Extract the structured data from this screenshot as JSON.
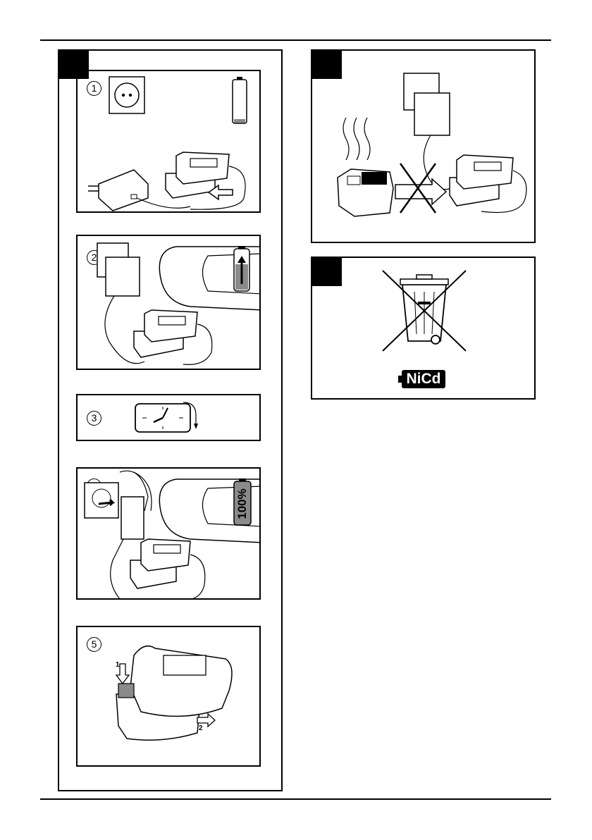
{
  "figure_a": {
    "steps": [
      {
        "number": "1"
      },
      {
        "number": "2"
      },
      {
        "number": "3"
      },
      {
        "number": "4",
        "charge_label": "100%"
      },
      {
        "number": "5",
        "arrow_labels": [
          "1",
          "2"
        ]
      }
    ]
  },
  "figure_b": {},
  "figure_c": {
    "battery_type_label": "NiCd"
  },
  "colors": {
    "ink": "#000000",
    "fill_gray": "#8a8a8a",
    "light_gray": "#d0d0d0"
  }
}
